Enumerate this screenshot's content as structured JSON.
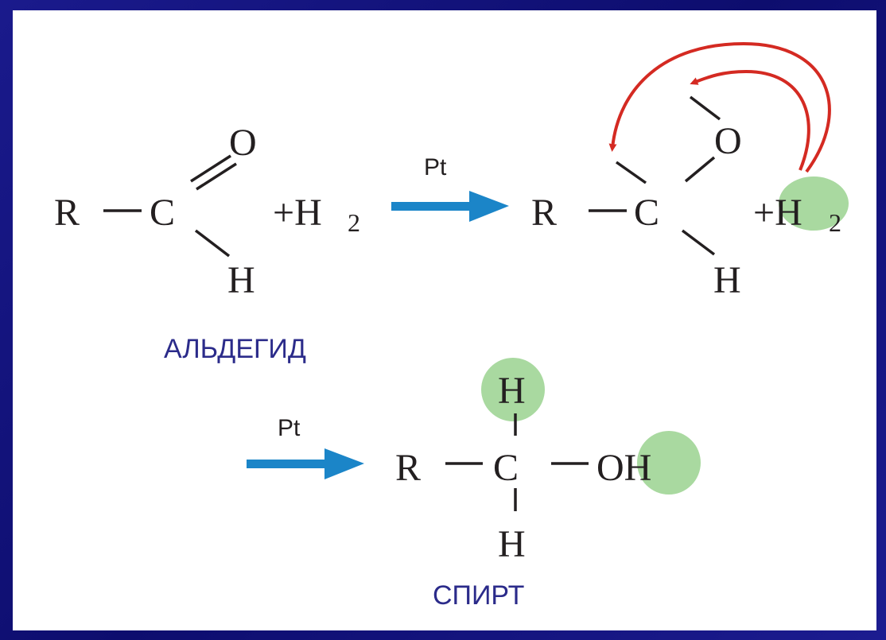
{
  "colors": {
    "frame": "#12127a",
    "panel": "#ffffff",
    "reaction_arrow": "#1b85c8",
    "curved_arrow": "#d42a22",
    "highlight": "#a9d9a0",
    "label": "#2b2b8a",
    "text": "#231f20"
  },
  "reaction1": {
    "aldehyde": {
      "r": "R",
      "c": "C",
      "o": "O",
      "h": "H"
    },
    "reagent": {
      "plus_h": "+H",
      "sub": "2"
    },
    "catalyst": "Pt",
    "intermediate": {
      "r": "R",
      "c": "C",
      "o": "O",
      "h": "H"
    },
    "reagent2": {
      "plus_h": "+H",
      "sub": "2"
    },
    "label": "АЛЬДЕГИД"
  },
  "reaction2": {
    "catalyst": "Pt",
    "alcohol": {
      "r": "R",
      "c": "C",
      "oh": "OH",
      "h_top": "H",
      "h_bottom": "H"
    },
    "label": "СПИРТ"
  }
}
